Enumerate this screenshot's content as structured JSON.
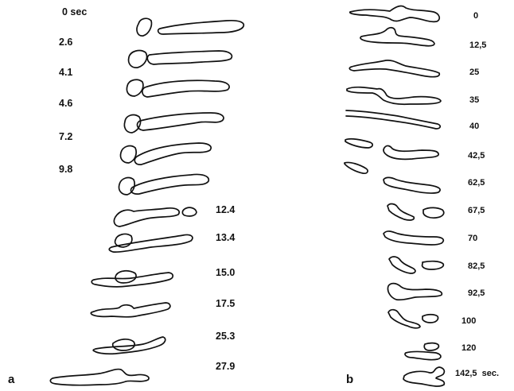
{
  "panels": [
    {
      "id": "a",
      "label": "a",
      "time_labels": [
        "0 sec",
        "2.6",
        "4.1",
        "4.6",
        "7.2",
        "9.8",
        "12.4",
        "13.4",
        "15.0",
        "17.5",
        "25.3",
        "27.9"
      ]
    },
    {
      "id": "b",
      "label": "b",
      "time_labels": [
        "0",
        "12,5",
        "25",
        "35",
        "40",
        "42,5",
        "62,5",
        "67,5",
        "70",
        "82,5",
        "92,5",
        "100",
        "120",
        "142,5  sec."
      ]
    }
  ]
}
